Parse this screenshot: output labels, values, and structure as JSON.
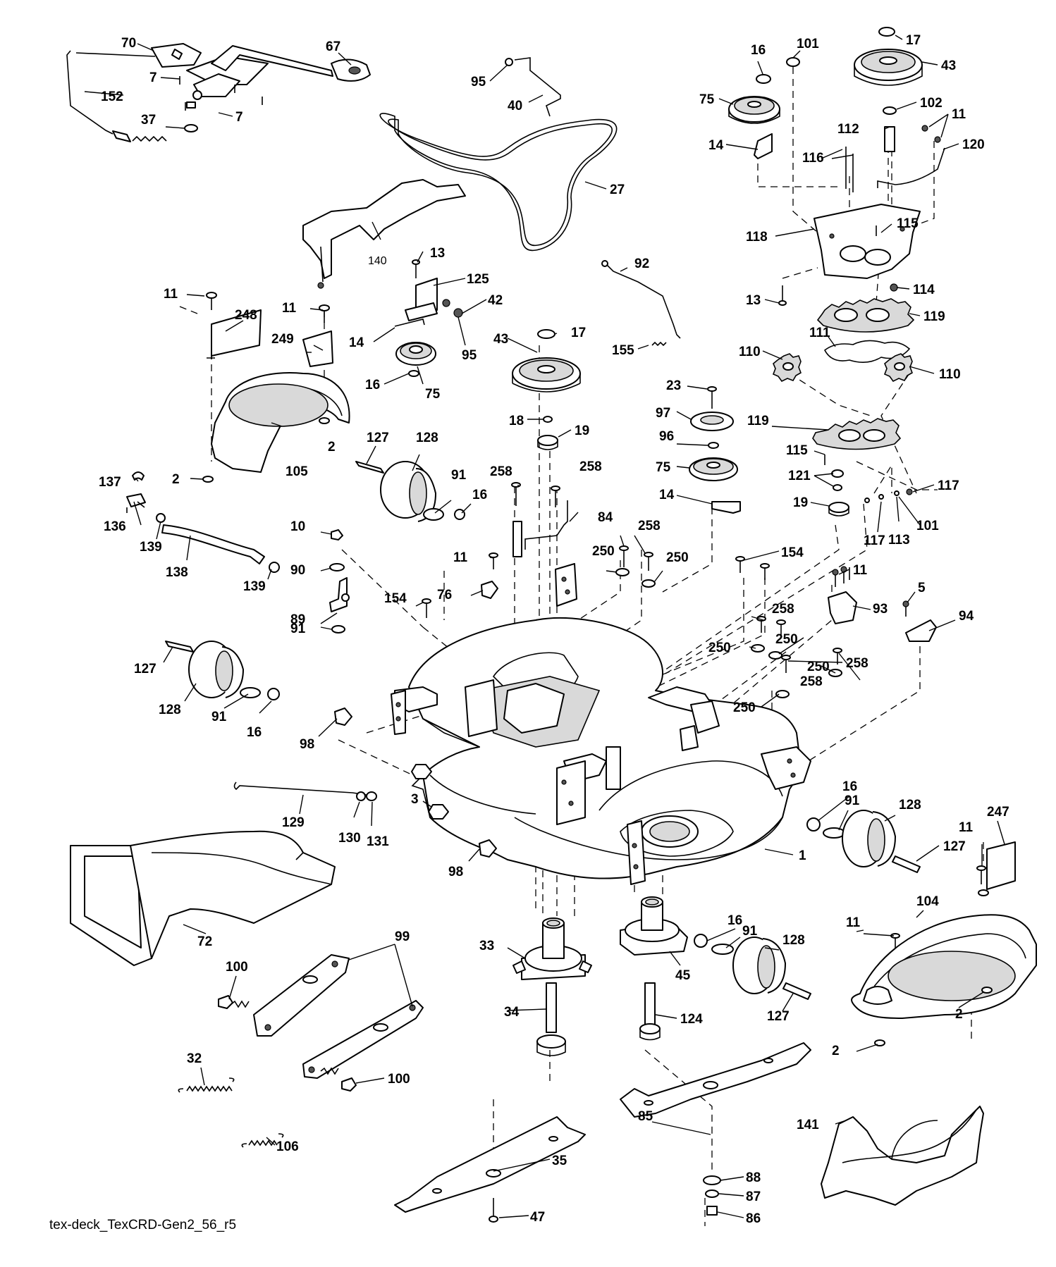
{
  "diagram": {
    "footer": "tex-deck_TexCRD-Gen2_56_r5",
    "callouts": [
      {
        "id": "c70",
        "label": "70"
      },
      {
        "id": "c67",
        "label": "67"
      },
      {
        "id": "c152",
        "label": "152"
      },
      {
        "id": "c7a",
        "label": "7"
      },
      {
        "id": "c7b",
        "label": "7"
      },
      {
        "id": "c37",
        "label": "37"
      },
      {
        "id": "c95a",
        "label": "95"
      },
      {
        "id": "c40",
        "label": "40"
      },
      {
        "id": "c27",
        "label": "27"
      },
      {
        "id": "c16a",
        "label": "16"
      },
      {
        "id": "c101a",
        "label": "101"
      },
      {
        "id": "c17a",
        "label": "17"
      },
      {
        "id": "c43a",
        "label": "43"
      },
      {
        "id": "c75a",
        "label": "75"
      },
      {
        "id": "c102",
        "label": "102"
      },
      {
        "id": "c11a",
        "label": "11"
      },
      {
        "id": "c112",
        "label": "112"
      },
      {
        "id": "c14a",
        "label": "14"
      },
      {
        "id": "c116",
        "label": "116"
      },
      {
        "id": "c120",
        "label": "120"
      },
      {
        "id": "c115a",
        "label": "115"
      },
      {
        "id": "c118",
        "label": "118"
      },
      {
        "id": "c114",
        "label": "114"
      },
      {
        "id": "c13a",
        "label": "13"
      },
      {
        "id": "c119a",
        "label": "119"
      },
      {
        "id": "c111",
        "label": "111"
      },
      {
        "id": "c110a",
        "label": "110"
      },
      {
        "id": "c110b",
        "label": "110"
      },
      {
        "id": "c119b",
        "label": "119"
      },
      {
        "id": "c115b",
        "label": "115"
      },
      {
        "id": "c121",
        "label": "121"
      },
      {
        "id": "c117a",
        "label": "117"
      },
      {
        "id": "c19a",
        "label": "19"
      },
      {
        "id": "c117b",
        "label": "117"
      },
      {
        "id": "c113",
        "label": "113"
      },
      {
        "id": "c101b",
        "label": "101"
      },
      {
        "id": "c140",
        "label": "140"
      },
      {
        "id": "c13b",
        "label": "13"
      },
      {
        "id": "c125",
        "label": "125"
      },
      {
        "id": "c42",
        "label": "42"
      },
      {
        "id": "c14b",
        "label": "14"
      },
      {
        "id": "c95b",
        "label": "95"
      },
      {
        "id": "c16b",
        "label": "16"
      },
      {
        "id": "c75b",
        "label": "75"
      },
      {
        "id": "c11b",
        "label": "11"
      },
      {
        "id": "c248",
        "label": "248"
      },
      {
        "id": "c11c",
        "label": "11"
      },
      {
        "id": "c249",
        "label": "249"
      },
      {
        "id": "c2a",
        "label": "2"
      },
      {
        "id": "c105",
        "label": "105"
      },
      {
        "id": "c2b",
        "label": "2"
      },
      {
        "id": "c92",
        "label": "92"
      },
      {
        "id": "c155",
        "label": "155"
      },
      {
        "id": "c43b",
        "label": "43"
      },
      {
        "id": "c17b",
        "label": "17"
      },
      {
        "id": "c18",
        "label": "18"
      },
      {
        "id": "c19b",
        "label": "19"
      },
      {
        "id": "c23",
        "label": "23"
      },
      {
        "id": "c97",
        "label": "97"
      },
      {
        "id": "c96",
        "label": "96"
      },
      {
        "id": "c75c",
        "label": "75"
      },
      {
        "id": "c14c",
        "label": "14"
      },
      {
        "id": "c137",
        "label": "137"
      },
      {
        "id": "c136",
        "label": "136"
      },
      {
        "id": "c139a",
        "label": "139"
      },
      {
        "id": "c138",
        "label": "138"
      },
      {
        "id": "c139b",
        "label": "139"
      },
      {
        "id": "c127a",
        "label": "127"
      },
      {
        "id": "c128a",
        "label": "128"
      },
      {
        "id": "c91a",
        "label": "91"
      },
      {
        "id": "c16c",
        "label": "16"
      },
      {
        "id": "c10",
        "label": "10"
      },
      {
        "id": "c90",
        "label": "90"
      },
      {
        "id": "c89",
        "label": "89"
      },
      {
        "id": "c91b",
        "label": "91"
      },
      {
        "id": "c258a",
        "label": "258"
      },
      {
        "id": "c258b",
        "label": "258"
      },
      {
        "id": "c84",
        "label": "84"
      },
      {
        "id": "c11d",
        "label": "11"
      },
      {
        "id": "c258c",
        "label": "258"
      },
      {
        "id": "c250a",
        "label": "250"
      },
      {
        "id": "c250b",
        "label": "250"
      },
      {
        "id": "c76",
        "label": "76"
      },
      {
        "id": "c154a",
        "label": "154"
      },
      {
        "id": "c154b",
        "label": "154"
      },
      {
        "id": "c11e",
        "label": "11"
      },
      {
        "id": "c5",
        "label": "5"
      },
      {
        "id": "c258d",
        "label": "258"
      },
      {
        "id": "c93",
        "label": "93"
      },
      {
        "id": "c94",
        "label": "94"
      },
      {
        "id": "c250c",
        "label": "250"
      },
      {
        "id": "c250d",
        "label": "250"
      },
      {
        "id": "c250e",
        "label": "250"
      },
      {
        "id": "c258e",
        "label": "258"
      },
      {
        "id": "c258f",
        "label": "258"
      },
      {
        "id": "c250f",
        "label": "250"
      },
      {
        "id": "c127b",
        "label": "127"
      },
      {
        "id": "c128b",
        "label": "128"
      },
      {
        "id": "c91c",
        "label": "91"
      },
      {
        "id": "c16d",
        "label": "16"
      },
      {
        "id": "c98a",
        "label": "98"
      },
      {
        "id": "c3",
        "label": "3"
      },
      {
        "id": "c129",
        "label": "129"
      },
      {
        "id": "c130",
        "label": "130"
      },
      {
        "id": "c131",
        "label": "131"
      },
      {
        "id": "c98b",
        "label": "98"
      },
      {
        "id": "c1",
        "label": "1"
      },
      {
        "id": "c16e",
        "label": "16"
      },
      {
        "id": "c91d",
        "label": "91"
      },
      {
        "id": "c128c",
        "label": "128"
      },
      {
        "id": "c127c",
        "label": "127"
      },
      {
        "id": "c247",
        "label": "247"
      },
      {
        "id": "c11f",
        "label": "11"
      },
      {
        "id": "c104",
        "label": "104"
      },
      {
        "id": "c72",
        "label": "72"
      },
      {
        "id": "c33",
        "label": "33"
      },
      {
        "id": "c16f",
        "label": "16"
      },
      {
        "id": "c91e",
        "label": "91"
      },
      {
        "id": "c128d",
        "label": "128"
      },
      {
        "id": "c45",
        "label": "45"
      },
      {
        "id": "c11g",
        "label": "11"
      },
      {
        "id": "c2c",
        "label": "2"
      },
      {
        "id": "c99",
        "label": "99"
      },
      {
        "id": "c100a",
        "label": "100"
      },
      {
        "id": "c34",
        "label": "34"
      },
      {
        "id": "c124",
        "label": "124"
      },
      {
        "id": "c127d",
        "label": "127"
      },
      {
        "id": "c2d",
        "label": "2"
      },
      {
        "id": "c32",
        "label": "32"
      },
      {
        "id": "c100b",
        "label": "100"
      },
      {
        "id": "c106",
        "label": "106"
      },
      {
        "id": "c85",
        "label": "85"
      },
      {
        "id": "c141",
        "label": "141"
      },
      {
        "id": "c35",
        "label": "35"
      },
      {
        "id": "c47",
        "label": "47"
      },
      {
        "id": "c88",
        "label": "88"
      },
      {
        "id": "c87",
        "label": "87"
      },
      {
        "id": "c86",
        "label": "86"
      }
    ]
  }
}
